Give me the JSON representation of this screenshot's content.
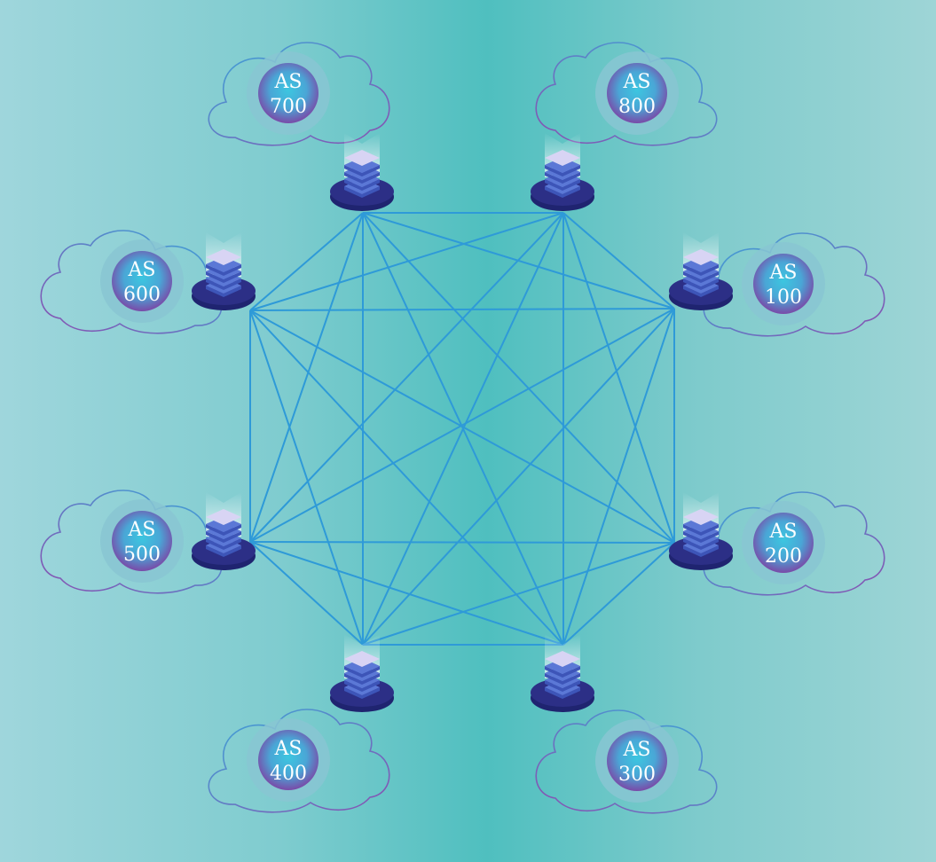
{
  "diagram": {
    "colors": {
      "link": "#2e9ad8",
      "cloud_stroke_a": "#3aa7d9",
      "cloud_stroke_b": "#8a4fb0",
      "halo": "#88c6d2",
      "orb_inner": "#3cc6e0",
      "orb_outer": "#7a4aa8",
      "server_base": "#2c2f86",
      "server_layer": "#5b78d6",
      "server_top": "#d8d4f4"
    },
    "nodes": [
      {
        "id": "as100",
        "line1": "AS",
        "line2": "100"
      },
      {
        "id": "as200",
        "line1": "AS",
        "line2": "200"
      },
      {
        "id": "as300",
        "line1": "AS",
        "line2": "300"
      },
      {
        "id": "as400",
        "line1": "AS",
        "line2": "400"
      },
      {
        "id": "as500",
        "line1": "AS",
        "line2": "500"
      },
      {
        "id": "as600",
        "line1": "AS",
        "line2": "600"
      },
      {
        "id": "as700",
        "line1": "AS",
        "line2": "700"
      },
      {
        "id": "as800",
        "line1": "AS",
        "line2": "800"
      }
    ],
    "topology": "full-mesh"
  }
}
